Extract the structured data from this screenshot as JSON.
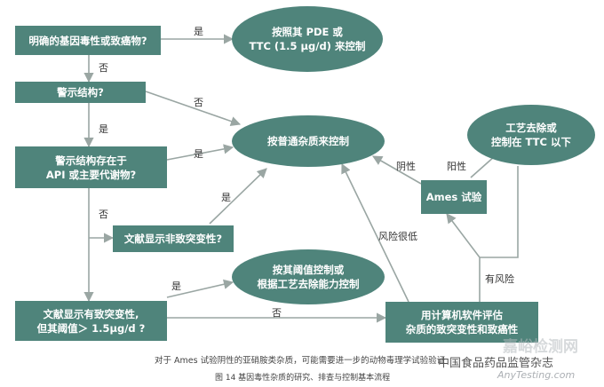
{
  "nodes": {
    "q_genotoxic": "明确的基因毒性或致癌物?",
    "q_alert": "警示结构?",
    "q_alert_in_api": "警示结构存在于\nAPI 或主要代谢物?",
    "q_lit_nonmutagenic": "文献显示非致突变性?",
    "q_lit_mutagenic": "文献显示有致突变性,\n但其阈值＞ 1.5μg/d ?",
    "software_eval": "用计算机软件评估\n杂质的致突变性和致癌性",
    "ames_test": "Ames 试验",
    "ctrl_pde_ttc": "按照其 PDE 或\nTTC (1.5 μg/d) 来控制",
    "ctrl_ordinary": "按普通杂质来控制",
    "ctrl_threshold": "按其阈值控制或\n根据工艺去除能力控制",
    "ctrl_process_ttc": "工艺去除或\n控制在 TTC 以下"
  },
  "edge_labels": {
    "yes_1": "是",
    "no_1": "否",
    "no_2": "否",
    "yes_2": "是",
    "yes_3": "是",
    "no_3": "否",
    "yes_4": "是",
    "yes_5": "是",
    "no_4": "否",
    "low_risk": "风险很低",
    "has_risk": "有风险",
    "negative": "阴性",
    "positive": "阳性"
  },
  "caption": {
    "note": "对于 Ames 试验阴性的亚硝胺类杂质，可能需要进一步的动物毒理学试验验证",
    "figure": "图 14    基因毒性杂质的研究、排查与控制基本流程"
  },
  "watermark": {
    "text": "中国食品药品监管杂志",
    "site": "AnyTesting.com",
    "site_cn": "嘉峪检测网"
  },
  "colors": {
    "node_fill": "#4f847b",
    "arrow": "#9aa6a3"
  }
}
